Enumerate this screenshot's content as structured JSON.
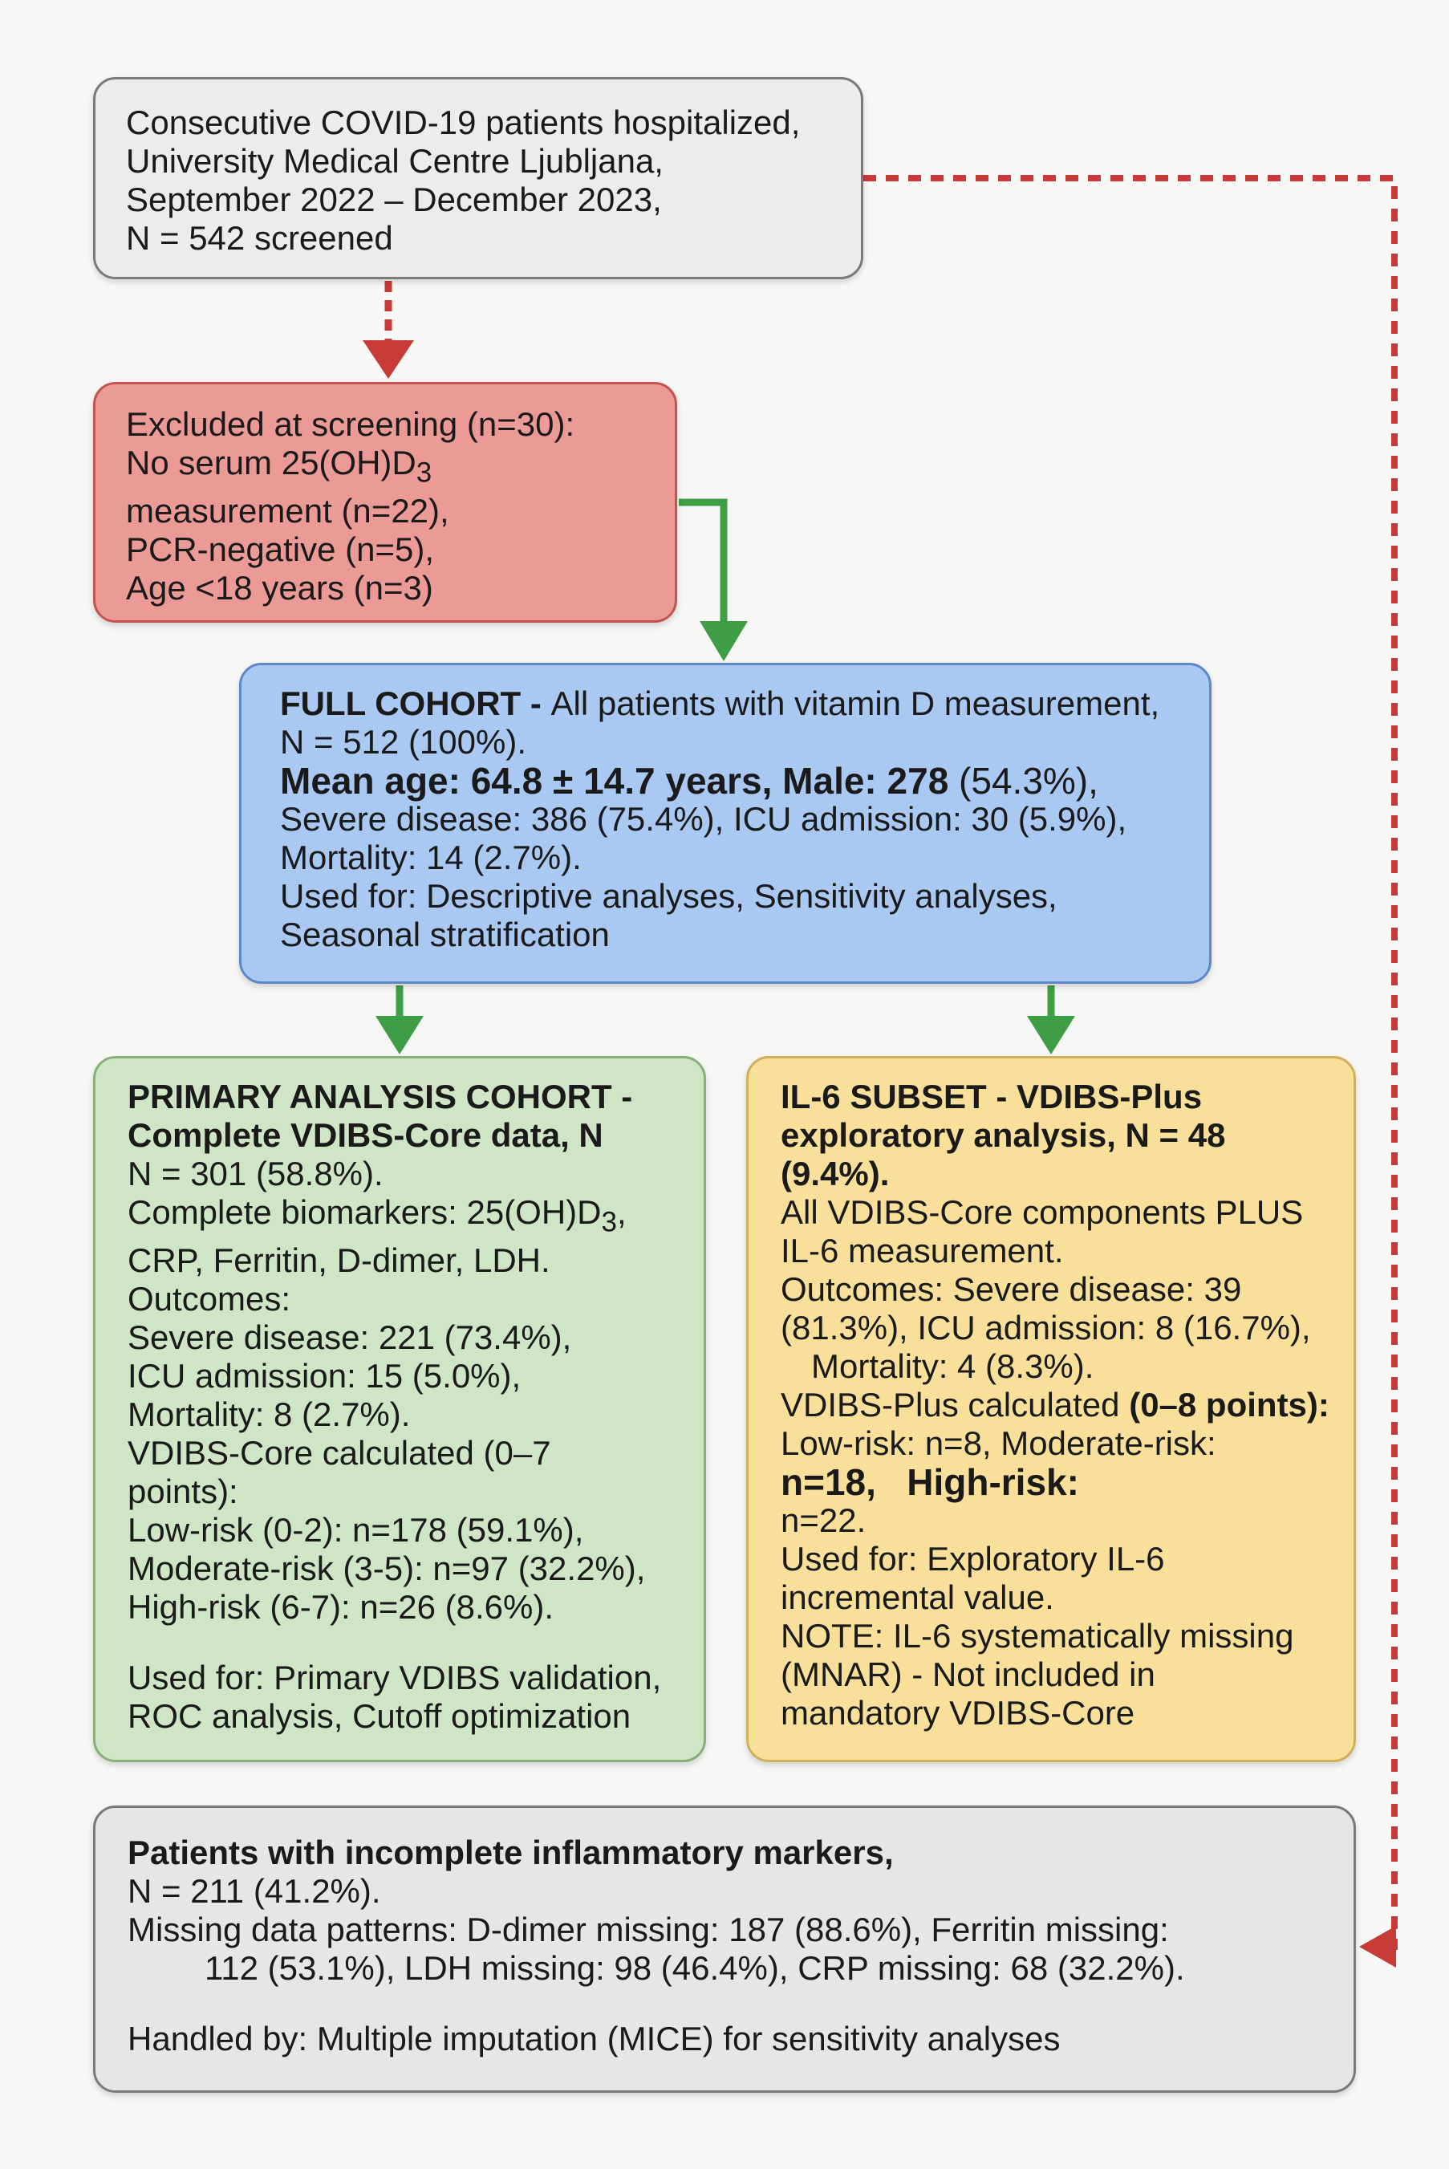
{
  "screened": {
    "lines": [
      "Consecutive COVID-19 patients hospitalized,",
      "University Medical Centre Ljubljana,",
      "September 2022 – December 2023,",
      "N = 542 screened"
    ]
  },
  "excluded": {
    "l1": "Excluded at screening (n=30):",
    "l2a": "No serum 25(OH)D",
    "l2sub": "3",
    "l3": "measurement (n=22),",
    "l4": "PCR-negative (n=5),",
    "l5": "Age <18 years (n=3)"
  },
  "full_cohort": {
    "title": "FULL COHORT - ",
    "title_rest": "All patients with vitamin D measurement,",
    "n": "N = 512 (100%).",
    "age_label": "Mean age: 64.8 ± 14.7 years, Male: 278",
    "age_rest": " (54.3%),",
    "severe": "Severe disease: 386 (75.4%), ICU admission: 30 (5.9%),",
    "mortality": "Mortality: 14 (2.7%).",
    "used1": "Used for: Descriptive analyses, Sensitivity analyses,",
    "used2": "Seasonal stratification"
  },
  "primary": {
    "title1": "PRIMARY ANALYSIS COHORT -",
    "title2": "Complete VDIBS-Core data, N",
    "n": "N = 301 (58.8%).",
    "bio1a": "Complete biomarkers: 25(OH)D",
    "bio1sub": "3",
    "bio1b": ",",
    "bio2": "CRP, Ferritin, D-dimer, LDH.",
    "outcomes": "Outcomes:",
    "severe": "Severe disease: 221 (73.4%),",
    "icu": "ICU admission: 15 (5.0%),",
    "mortality": "Mortality: 8 (2.7%).",
    "calc1": "VDIBS-Core calculated (0–7",
    "calc2": "points):",
    "low": "Low-risk (0-2): n=178 (59.1%),",
    "moderate": "Moderate-risk (3-5): n=97 (32.2%),",
    "high": "High-risk (6-7): n=26 (8.6%).",
    "used1": "Used for: Primary VDIBS validation,",
    "used2": "ROC analysis, Cutoff optimization"
  },
  "il6": {
    "title1": "IL-6 SUBSET - VDIBS-Plus",
    "title2": "exploratory analysis, N = 48",
    "title3": "(9.4%).",
    "comp1": "All VDIBS-Core components PLUS",
    "comp2": "IL-6 measurement.",
    "out1": "Outcomes: Severe disease: 39",
    "out2": "(81.3%), ICU admission: 8 (16.7%),",
    "out3": "Mortality: 4 (8.3%).",
    "calc_a": "VDIBS-Plus calculated ",
    "calc_b": "(0–8 points):",
    "risk1": "Low-risk: n=8, Moderate-risk:",
    "risk2a": "n=18,",
    "risk2b": "High-risk:",
    "risk3": "n=22.",
    "used1": "Used for: Exploratory IL-6",
    "used2": "incremental value.",
    "note1": "NOTE: IL-6 systematically missing",
    "note2": "(MNAR) - Not included in",
    "note3": "mandatory VDIBS-Core"
  },
  "incomplete": {
    "title": "Patients with incomplete inflammatory markers,",
    "n": "N = 211 (41.2%).",
    "missing1": "Missing data patterns: D-dimer missing: 187 (88.6%), Ferritin missing:",
    "missing2": "112 (53.1%), LDH missing: 98 (46.4%), CRP missing: 68 (32.2%).",
    "handled": "Handled by: Multiple imputation (MICE) for sensitivity analyses"
  },
  "colors": {
    "red_connector": "#c83a36",
    "green_connector": "#3e9e45"
  }
}
